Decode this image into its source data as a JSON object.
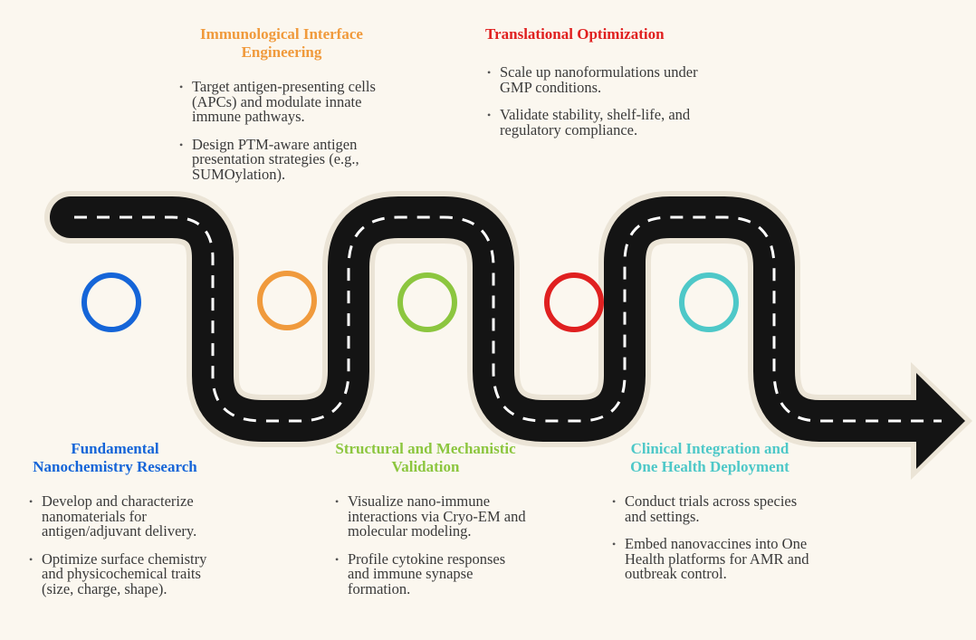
{
  "colors": {
    "background": "#fbf7ef",
    "road": "#141414",
    "road_edge": "#ece6da",
    "lane_marks": "#ffffff"
  },
  "stages": [
    {
      "id": "fundamental",
      "title": "Fundamental Nanochemistry Research",
      "title_lines": [
        "Fundamental",
        "Nanochemistry Research"
      ],
      "color": "#1565d8",
      "marker_icon": "ring",
      "bullets": [
        "Develop and characterize nanomaterials for antigen/adjuvant delivery.",
        "Optimize surface chemistry and physicochemical traits (size, charge, shape)."
      ]
    },
    {
      "id": "immunological",
      "title": "Immunological Interface Engineering",
      "title_lines": [
        "Immunological Interface",
        "Engineering"
      ],
      "color": "#f09a3c",
      "marker_icon": "ring",
      "bullets": [
        "Target antigen-presenting cells (APCs) and modulate innate immune pathways.",
        "Design PTM-aware antigen presentation strategies (e.g., SUMOylation)."
      ]
    },
    {
      "id": "structural",
      "title": "Structural and Mechanistic Validation",
      "title_lines": [
        "Structural and Mechanistic",
        "Validation"
      ],
      "color": "#8cc63f",
      "marker_icon": "ring",
      "bullets": [
        "Visualize nano-immune interactions via Cryo-EM and molecular modeling.",
        "Profile cytokine responses and immune synapse formation."
      ]
    },
    {
      "id": "translational",
      "title": "Translational Optimization",
      "title_lines": [
        "Translational Optimization"
      ],
      "color": "#e02020",
      "marker_icon": "ring",
      "bullets": [
        "Scale up nanoformulations under GMP conditions.",
        "Validate stability, shelf-life, and regulatory compliance."
      ]
    },
    {
      "id": "clinical",
      "title": "Clinical Integration and One Health Deployment",
      "title_lines": [
        "Clinical Integration and",
        "One Health Deployment"
      ],
      "color": "#4ec8c8",
      "marker_icon": "ring",
      "bullets": [
        "Conduct trials across species and settings.",
        "Embed nanovaccines into One Health platforms for AMR and outbreak control."
      ]
    }
  ]
}
